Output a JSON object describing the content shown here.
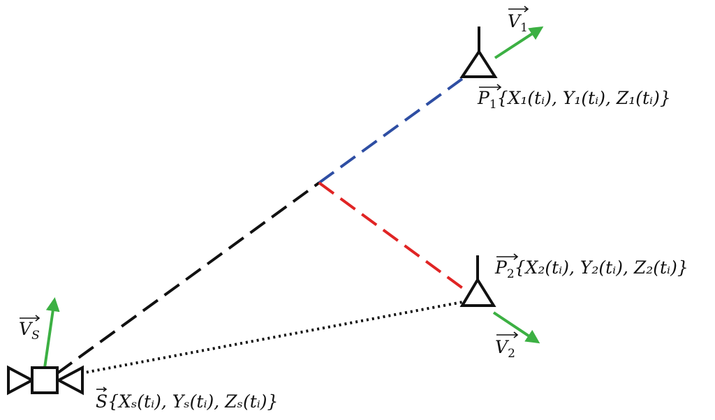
{
  "diagram": {
    "labels": {
      "v1": {
        "name": "V",
        "sub": "1"
      },
      "p1": {
        "name": "P",
        "sub": "1",
        "coords": "{X₁(tᵢ), Y₁(tᵢ), Z₁(tᵢ)}"
      },
      "p2": {
        "name": "P",
        "sub": "2",
        "coords": "{X₂(tᵢ), Y₂(tᵢ), Z₂(tᵢ)}"
      },
      "v2": {
        "name": "V",
        "sub": "2"
      },
      "vs": {
        "name": "V",
        "sub": "S"
      },
      "s": {
        "name": "S",
        "coords": "{Xₛ(tᵢ), Yₛ(tᵢ), Zₛ(tᵢ)}"
      }
    },
    "colors": {
      "velocity_arrow": "#3cb043",
      "line_black": "#111111",
      "line_blue": "#2e4ea3",
      "line_red": "#e02424",
      "line_dotted": "#111111"
    }
  }
}
